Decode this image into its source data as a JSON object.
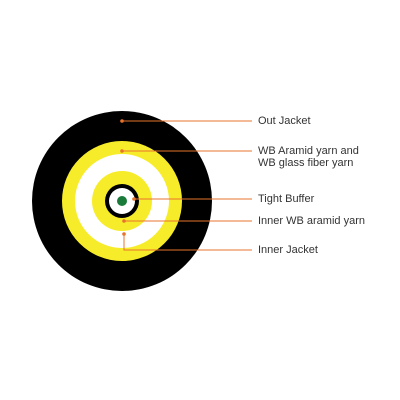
{
  "colors": {
    "jacket": "#000000",
    "aramid": "#f7ec2a",
    "buffer_white": "#ffffff",
    "fiber_core": "#1a7a3a",
    "leader": "#e8732c",
    "dot": "#e8732c",
    "text": "#333333"
  },
  "labels": {
    "out_jacket": "Out Jacket",
    "wb_aramid_line1": "WB Aramid yarn and",
    "wb_aramid_line2": "WB glass fiber yarn",
    "tight_buffer": "Tight Buffer",
    "inner_wb_aramid": "Inner WB aramid yarn",
    "inner_jacket": "Inner Jacket"
  }
}
